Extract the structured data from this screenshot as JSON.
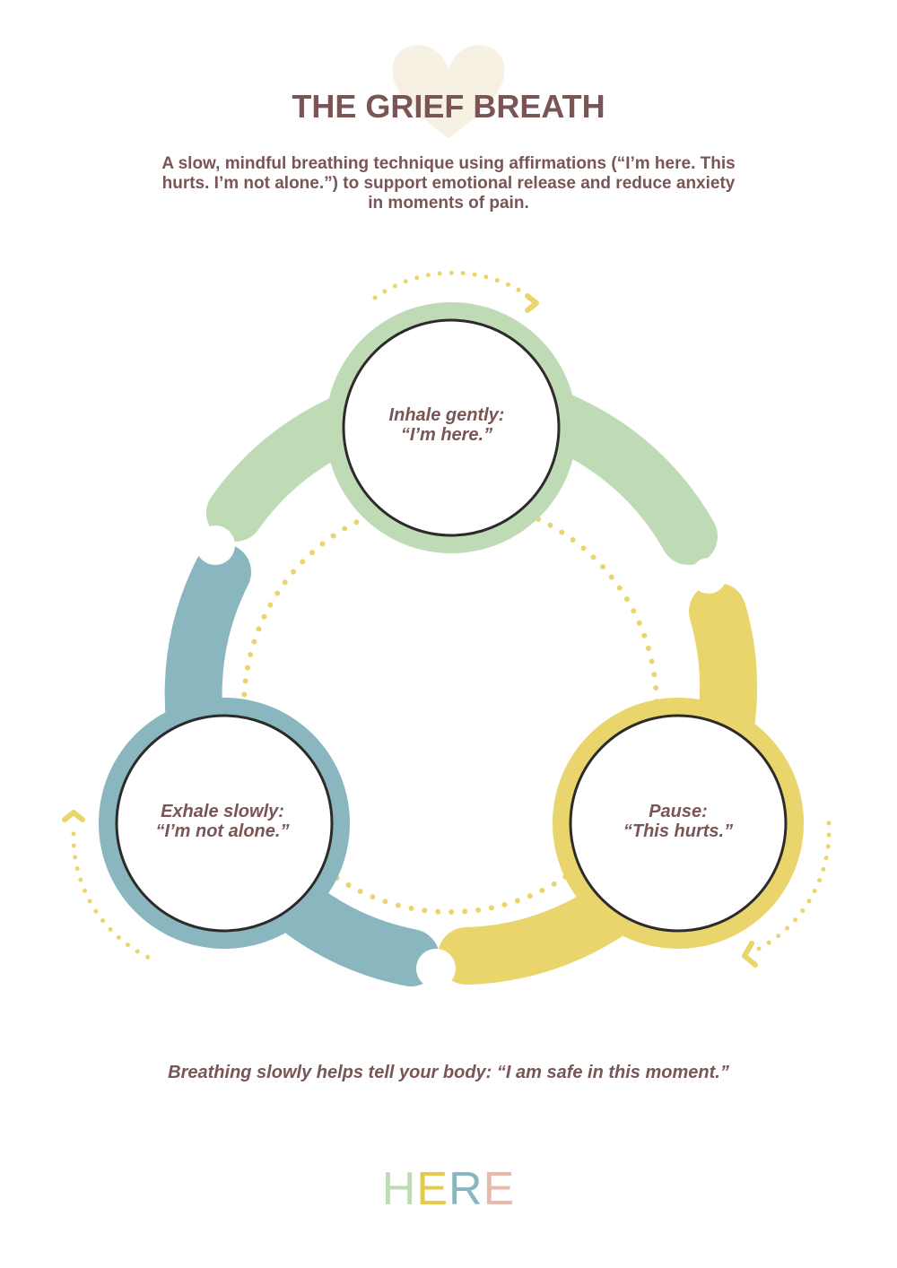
{
  "header": {
    "title": "THE GRIEF BREATH",
    "subtitle": "A slow, mindful breathing technique using affirmations (“I’m here. This hurts. I’m not alone.”) to support emotional release and reduce anxiety in moments of pain."
  },
  "cycle": {
    "steps": [
      {
        "line1": "Inhale gently:",
        "line2": "“I’m here.”",
        "color": "#bedbb5"
      },
      {
        "line1": "Pause:",
        "line2": "“This hurts.”",
        "color": "#ead56d"
      },
      {
        "line1": "Exhale slowly:",
        "line2": "“I’m not alone.”",
        "color": "#8ab6bf"
      }
    ],
    "dot_color": "#ead56d",
    "ring_color": "#2d2a2a"
  },
  "footer": {
    "note": "Breathing slowly helps tell your body: “I am safe in this moment.”"
  },
  "brand": {
    "letters": [
      "H",
      "E",
      "R",
      "E"
    ],
    "colors": [
      "#bedbb5",
      "#e6c84a",
      "#8ab6bf",
      "#e8b9ad"
    ]
  },
  "colors": {
    "text": "#7a5556",
    "heart": "#f7f1e3"
  }
}
